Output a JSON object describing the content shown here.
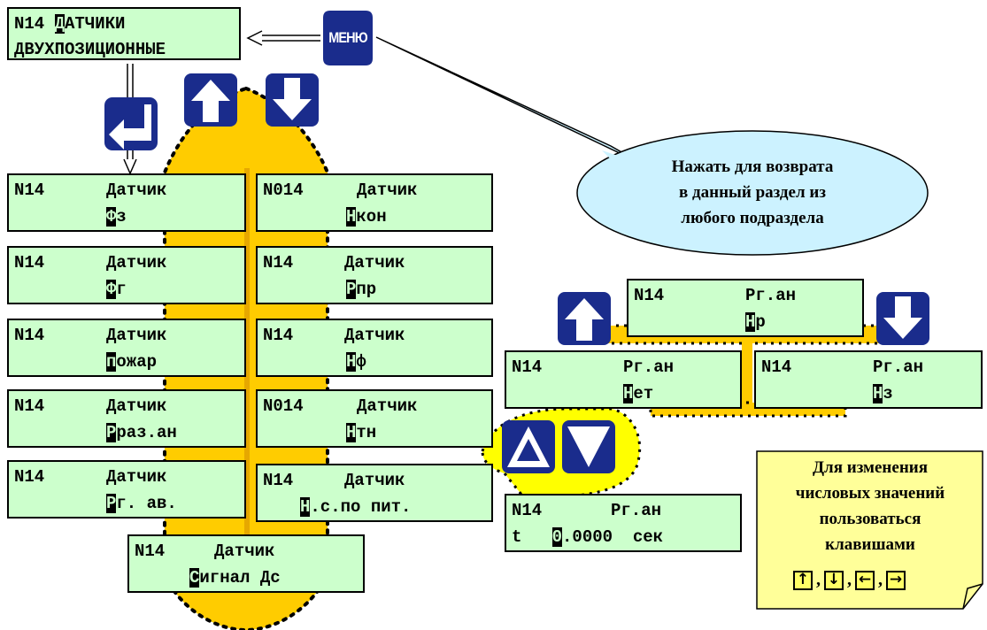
{
  "colors": {
    "lcd": "#ccffcc",
    "key": "#1a2c8c",
    "blob": "#ffcc00",
    "callout": "#ccf2ff",
    "note": "#ffff99"
  },
  "top": {
    "line1_pre": "N14 ",
    "line1_cur": "Д",
    "line1_post": "АТЧИКИ",
    "line2": "ДВУХПОЗИЦИОННЫЕ"
  },
  "menu_key": {
    "label": "МЕНЮ"
  },
  "callout": {
    "line1": "Нажать для возврата",
    "line2": "в данный раздел из",
    "line3": "любого подраздела"
  },
  "left_items": [
    {
      "num": "N14",
      "title": "Датчик",
      "cur": "Ф",
      "rest": "з"
    },
    {
      "num": "N14",
      "title": "Датчик",
      "cur": "Ф",
      "rest": "г"
    },
    {
      "num": "N14",
      "title": "Датчик",
      "cur": "п",
      "rest": "ожар"
    },
    {
      "num": "N14",
      "title": "Датчик",
      "cur": "Р",
      "rest": "раз.ан"
    },
    {
      "num": "N14",
      "title": "Датчик",
      "cur": "Р",
      "rest": "г. ав."
    }
  ],
  "right_items": [
    {
      "num": "N014",
      "title": "Датчик",
      "cur": "Н",
      "rest": "кон"
    },
    {
      "num": "N14",
      "title": "Датчик",
      "cur": "Р",
      "rest": "пр"
    },
    {
      "num": "N14",
      "title": "Датчик",
      "cur": "Н",
      "rest": "ф"
    },
    {
      "num": "N014",
      "title": "Датчик",
      "cur": "Н",
      "rest": "тн"
    },
    {
      "num": "N14",
      "title": "Датчик",
      "cur": "Н",
      "rest": ".с.по пит."
    }
  ],
  "bottom_item": {
    "num": "N14",
    "title": "Датчик",
    "cur": "С",
    "rest": "игнал Дс"
  },
  "pg_top": {
    "num": "N14",
    "title": "Рг.ан",
    "cur": "Н",
    "rest": "р"
  },
  "pg_left": {
    "num": "N14",
    "title": "Рг.ан",
    "cur": "Н",
    "rest": "ет"
  },
  "pg_right": {
    "num": "N14",
    "title": "Рг.ан",
    "cur": "Н",
    "rest": "з"
  },
  "pg_value": {
    "num": "N14",
    "title": "Рг.ан",
    "prefix": "t ",
    "cur": "0",
    "value": ".0000",
    "unit": "сек"
  },
  "note": {
    "line1": "Для изменения",
    "line2": "числовых значений",
    "line3": "пользоваться",
    "line4": "клавишами"
  },
  "note_keys": {
    "up": "↑",
    "down": "↓",
    "left": "←",
    "right": "→",
    "sep": ","
  }
}
